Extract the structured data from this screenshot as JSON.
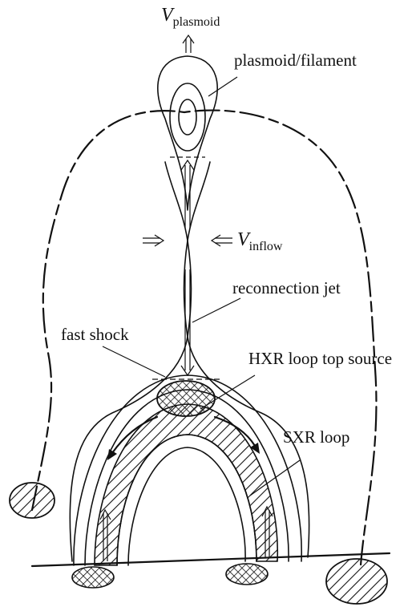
{
  "labels": {
    "v_plasmoid_symbol": "V",
    "v_plasmoid_sub": "plasmoid",
    "plasmoid_filament": "plasmoid/filament",
    "v_inflow_symbol": "V",
    "v_inflow_sub": "inflow",
    "reconnection_jet": "reconnection jet",
    "fast_shock": "fast shock",
    "hxr_loop_top_source": "HXR loop top source",
    "sxr_loop": "SXR loop"
  }
}
